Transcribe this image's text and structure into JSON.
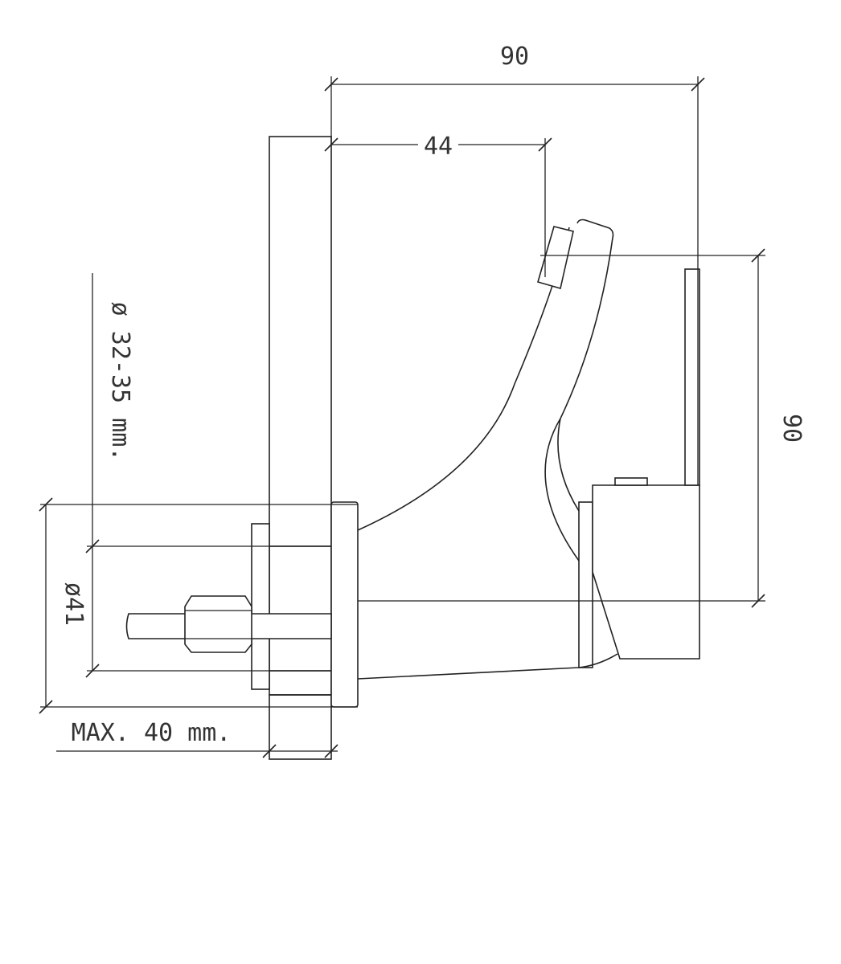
{
  "dimensions": {
    "overall_width": "90",
    "spout_reach": "44",
    "height": "90",
    "hole_diameter": "ø 32-35 mm.",
    "flange_diameter": "ø41",
    "max_thickness": "MAX. 40 mm."
  },
  "colors": {
    "line": "#222222",
    "background": "#ffffff"
  }
}
